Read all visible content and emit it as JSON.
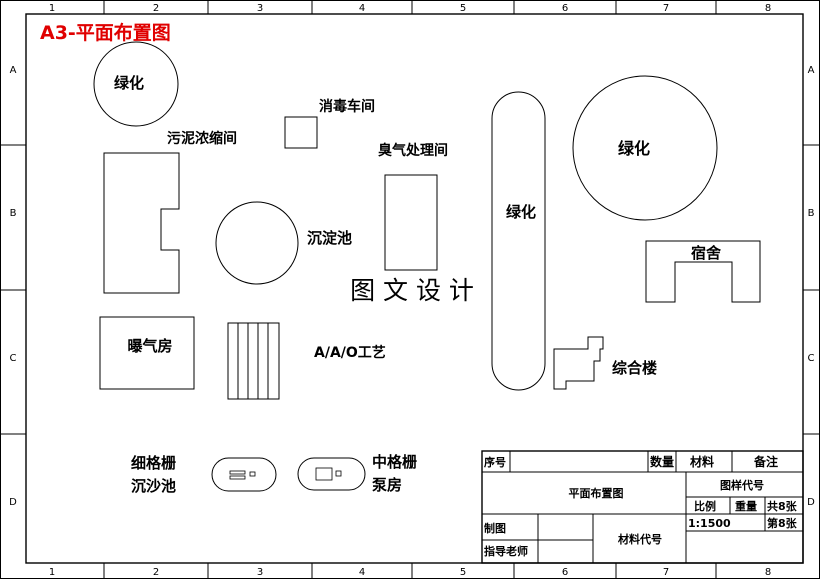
{
  "sheet_title": "A3-平面布置图",
  "col_numbers": [
    "1",
    "2",
    "3",
    "4",
    "5",
    "6",
    "7",
    "8"
  ],
  "row_letters": [
    "A",
    "B",
    "C",
    "D"
  ],
  "labels": {
    "greening_topleft": "绿化",
    "disinfection": "消毒车间",
    "sludge_thickening": "污泥浓缩间",
    "ozone": "臭气处理间",
    "greening_middle": "绿化",
    "greening_right": "绿化",
    "sedimentation": "沉淀池",
    "dormitory": "宿舍",
    "watermark": "图 文 设 计",
    "aeration": "曝气房",
    "aao": "A/A/O工艺",
    "office": "综合楼",
    "fine_screen_1": "细格栅",
    "fine_screen_2": "沉沙池",
    "medium_screen_1": "中格栅",
    "medium_screen_2": "泵房"
  },
  "title_block": {
    "seq": "序号",
    "qty": "数量",
    "material": "材料",
    "remark": "备注",
    "drawing_name": "平面布置图",
    "drawing_code": "图样代号",
    "scale_label": "比例",
    "weight_label": "重量",
    "total_sheets": "共8张",
    "scale_value": "1:1500",
    "sheet_no": "第8张",
    "drawn_by": "制图",
    "instructor": "指导老师",
    "material_code": "材料代号"
  }
}
